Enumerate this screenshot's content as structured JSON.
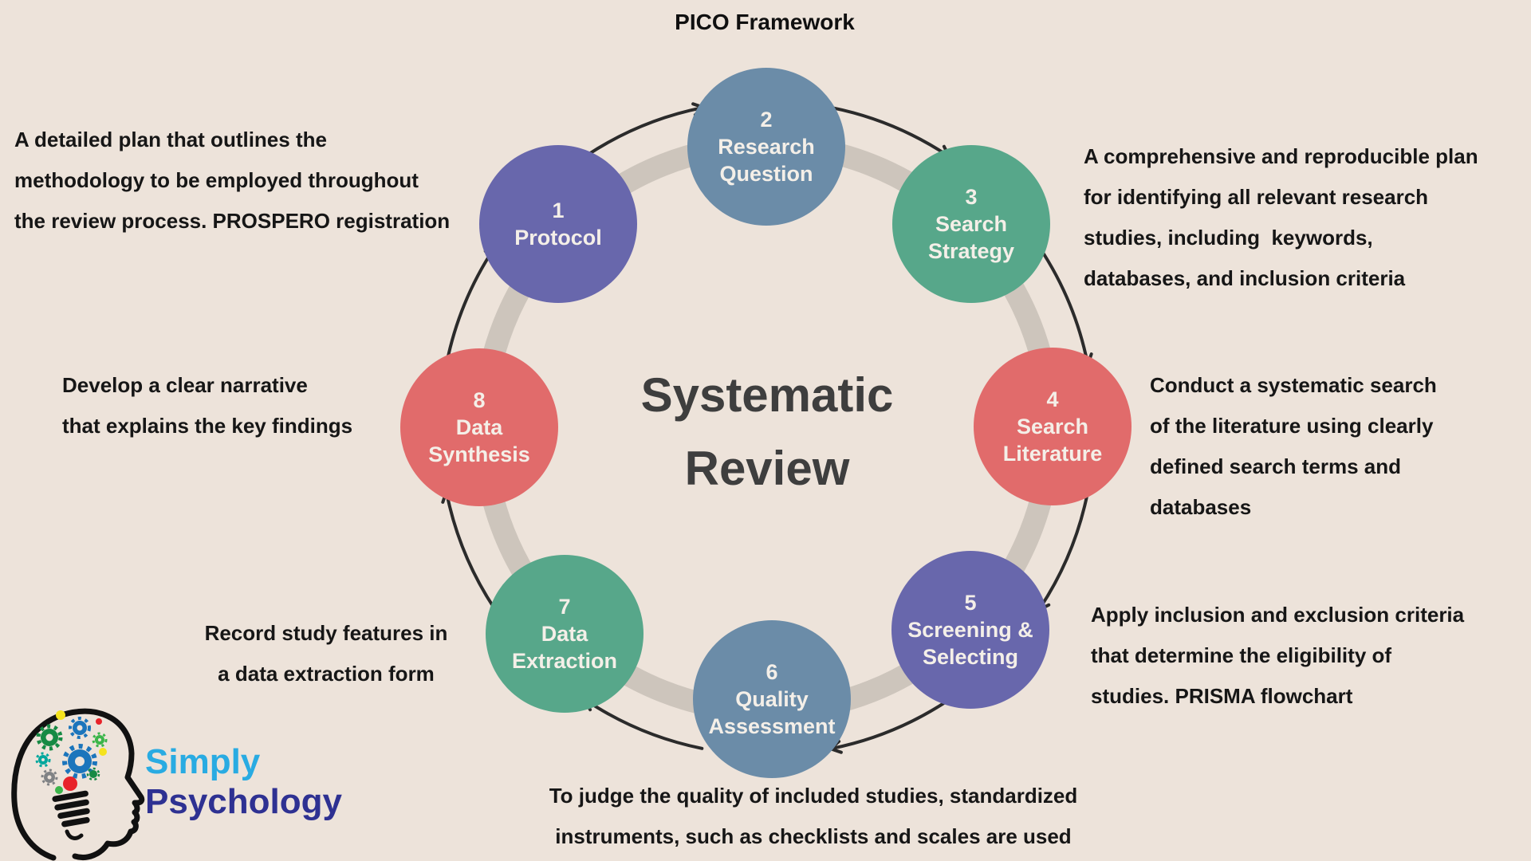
{
  "header": {
    "title": "PICO Framework"
  },
  "center_title": {
    "line1": "Systematic",
    "line2": "Review"
  },
  "steps": [
    {
      "number": "1",
      "label": "Protocol",
      "color": "#6867AC"
    },
    {
      "number": "2",
      "label": "Research Question",
      "color": "#6B8CA8"
    },
    {
      "number": "3",
      "label": "Search Strategy",
      "color": "#57A78A"
    },
    {
      "number": "4",
      "label": "Search Literature",
      "color": "#E16B6B"
    },
    {
      "number": "5",
      "label": "Screening & Selecting",
      "color": "#6867AC"
    },
    {
      "number": "6",
      "label": "Quality Assessment",
      "color": "#6B8CA8"
    },
    {
      "number": "7",
      "label": "Data Extraction",
      "color": "#57A78A"
    },
    {
      "number": "8",
      "label": "Data Synthesis",
      "color": "#E16B6B"
    }
  ],
  "notes": {
    "protocol": {
      "lines": [
        "A detailed plan that outlines the",
        "methodology to be employed throughout",
        "the review process. PROSPERO registration"
      ]
    },
    "search_strategy": {
      "lines": [
        "A comprehensive and reproducible plan",
        "for identifying all relevant research",
        "studies, including  keywords,",
        "databases, and inclusion criteria"
      ]
    },
    "search_literature": {
      "lines": [
        "Conduct a systematic search",
        "of the literature using clearly",
        "defined search terms and",
        "databases"
      ]
    },
    "screening_selecting": {
      "lines": [
        "Apply inclusion and exclusion criteria",
        "that determine the eligibility of",
        "studies. PRISMA flowchart"
      ]
    },
    "quality_assessment": {
      "lines": [
        "To judge the quality of included studies, standardized",
        "instruments, such as checklists and scales are used"
      ]
    },
    "data_extraction": {
      "lines": [
        "Record study features in",
        "a data extraction form"
      ]
    },
    "data_synthesis": {
      "lines": [
        "Develop a clear narrative",
        "that explains the key findings"
      ]
    }
  },
  "logo": {
    "line1": "Simply",
    "line2": "Psychology"
  },
  "colors": {
    "background": "#EDE3DA",
    "ring": "#CDC5BC",
    "arrows": "#2B2B2B",
    "circle_text": "#F4EFE8",
    "center_title_text": "#3E3E3E",
    "note_text": "#161616",
    "step_purple": "#6867AC",
    "step_blue": "#6B8CA8",
    "step_green": "#57A78A",
    "step_red": "#E16B6B",
    "logo_simply_blue": "#29ABE2",
    "logo_psychology_navy": "#2E3192"
  }
}
